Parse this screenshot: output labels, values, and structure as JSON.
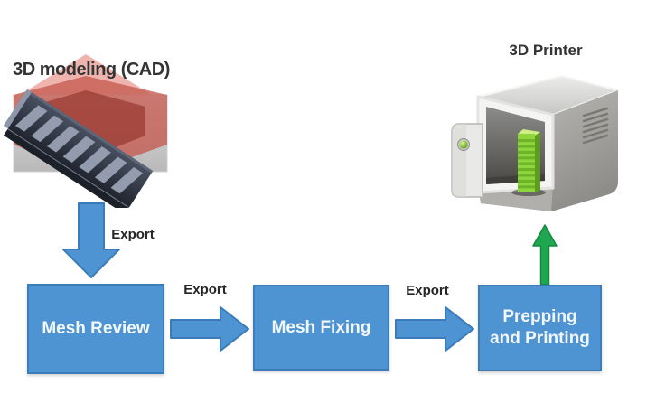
{
  "diagram": {
    "cad": {
      "title": "3D modeling (CAD)"
    },
    "printer": {
      "title": "3D Printer"
    },
    "steps": [
      {
        "id": "mesh-review",
        "label": "Mesh Review"
      },
      {
        "id": "mesh-fixing",
        "label": "Mesh Fixing"
      },
      {
        "id": "prepping-printing",
        "label": "Prepping and Printing"
      }
    ],
    "arrows": [
      {
        "id": "cad-to-mesh-review",
        "label": "Export",
        "direction": "down"
      },
      {
        "id": "mesh-review-to-mesh-fixing",
        "label": "Export",
        "direction": "right"
      },
      {
        "id": "mesh-fixing-to-prepping",
        "label": "Export",
        "direction": "right"
      },
      {
        "id": "prepping-to-printer",
        "label": "",
        "direction": "up"
      }
    ],
    "colors": {
      "box_fill": "#4f94d2",
      "box_border": "#3c7cb8",
      "box_text": "#f2f7fc",
      "arrow_blue": "#4f94d2",
      "arrow_green": "#1ea650",
      "label_text": "#262626",
      "printed_part_green": "#8fd63e",
      "cad_backdrop_red": "#c45a50"
    }
  }
}
